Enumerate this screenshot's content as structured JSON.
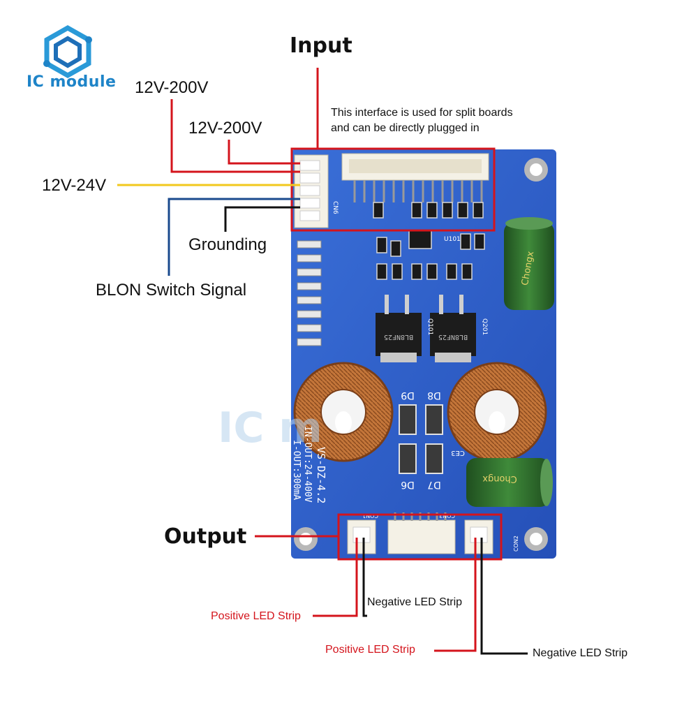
{
  "brand": {
    "name": "IC module",
    "logo_icon": "hexagon-circuit-icon",
    "color": "#1e84c8"
  },
  "watermark": "IC m",
  "labels": {
    "input_title": "Input",
    "output_title": "Output",
    "v_12_200_a": "12V-200V",
    "v_12_200_b": "12V-200V",
    "v_12_24": "12V-24V",
    "grounding": "Grounding",
    "blon": "BLON Switch Signal",
    "split_note_line1": "This interface is used for split boards",
    "split_note_line2": "and can be directly plugged in",
    "positive_led_1": "Positive LED Strip",
    "negative_led_1": "Negative LED Strip",
    "positive_led_2": "Positive LED Strip",
    "negative_led_2": "Negative LED Strip"
  },
  "board": {
    "silkscreen": {
      "model": "VS-DZ-4.2",
      "spec1": "IN-OUT:24-400V",
      "spec2": "I-OUT:300mA",
      "d9": "D9",
      "d8": "D8",
      "d6": "D6",
      "d7": "D7",
      "ce3": "CE3",
      "con1": "CON1",
      "con2": "CON2",
      "con3": "CON3",
      "cn6": "CN6",
      "q101": "Q101",
      "q201": "Q201",
      "u101": "U101",
      "cap_brand": "Chongx",
      "mosfet_text": "BL8NF25"
    }
  },
  "colors": {
    "red_wire": "#d4141c",
    "yellow_wire": "#f2c81e",
    "blue_wire": "#1a4a8e",
    "black_wire": "#111111",
    "pcb": "#2f5fcf",
    "copper": "#c4763a",
    "cap": "#2d6b2d"
  }
}
